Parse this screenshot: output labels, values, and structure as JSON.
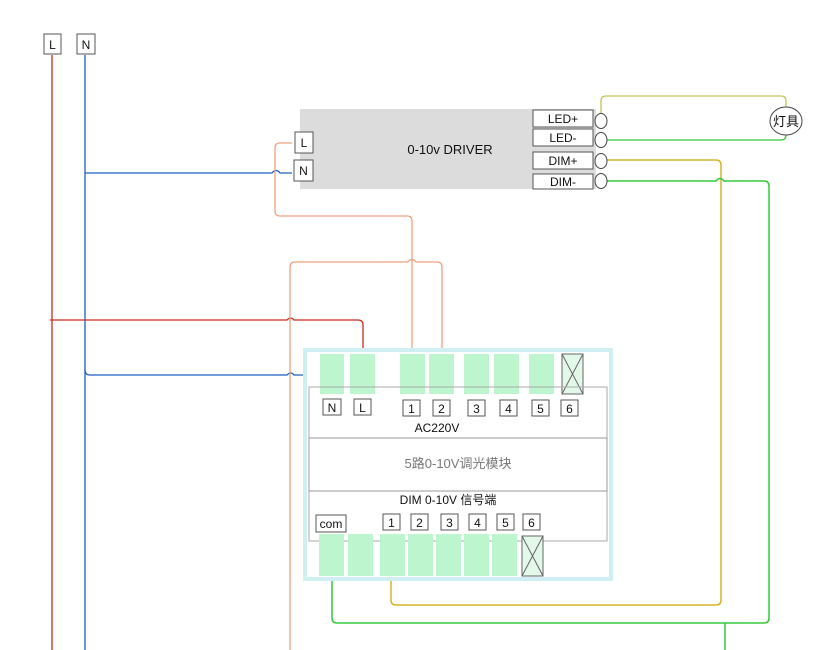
{
  "colors": {
    "live": "#cc2a1a",
    "neutral": "#1f5fc4",
    "salmon": "#f2a27f",
    "yellow": "#d4b52a",
    "olive": "#c9c25a",
    "green": "#35c83a",
    "driver_fill": "#dcdcdc",
    "module_border": "#cfeff3",
    "terminal_fill": "#bdf5cf"
  },
  "power": {
    "l_label": "L",
    "n_label": "N"
  },
  "driver": {
    "title": "0-10v DRIVER",
    "input_l": "L",
    "input_n": "N",
    "outputs": [
      "LED+",
      "LED-",
      "DIM+",
      "DIM-"
    ]
  },
  "lamp": {
    "label": "灯具"
  },
  "module": {
    "title": "5路0-10V调光模块",
    "ac_label": "AC220V",
    "dim_label": "DIM 0-10V 信号端",
    "ac_terminals": [
      "N",
      "L",
      "1",
      "2",
      "3",
      "4",
      "5",
      "6"
    ],
    "dim_terminals": [
      "com",
      "1",
      "2",
      "3",
      "4",
      "5",
      "6"
    ]
  }
}
